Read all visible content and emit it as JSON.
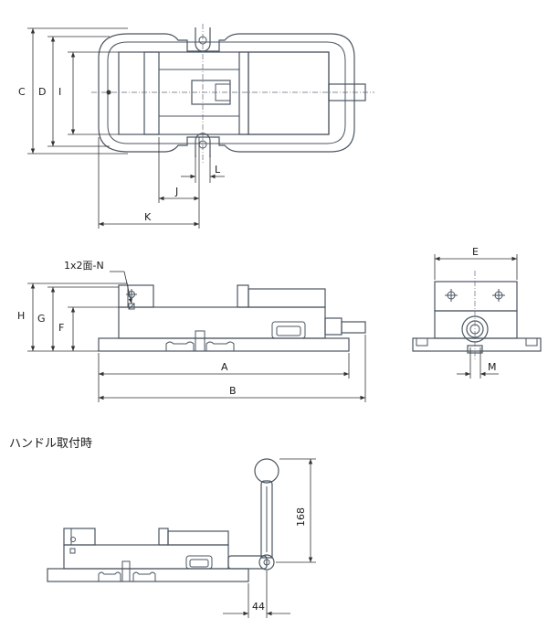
{
  "labels": {
    "C": "C",
    "D": "D",
    "I": "I",
    "L": "L",
    "J": "J",
    "K": "K",
    "H": "H",
    "G": "G",
    "F": "F",
    "A": "A",
    "B": "B",
    "E": "E",
    "M": "M",
    "chamfer_note": "1x2面-N",
    "dim_168": "168",
    "dim_44": "44"
  },
  "section_title": "ハンドル取付時",
  "colors": {
    "body": "#dfe6ee",
    "body_dark": "#c9d3de",
    "line": "#4a5560"
  }
}
